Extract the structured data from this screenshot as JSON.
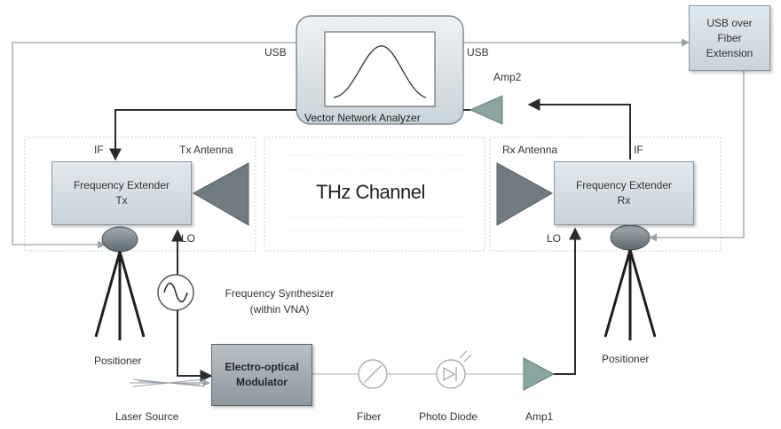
{
  "vna": {
    "label": "Vector Network Analyzer"
  },
  "usb_left": "USB",
  "usb_right": "USB",
  "usb_fiber_box": {
    "line1": "USB over",
    "line2": "Fiber",
    "line3": "Extension"
  },
  "amp2": "Amp2",
  "tx": {
    "if_label": "IF",
    "antenna_label": "Tx Antenna",
    "extender_line1": "Frequency Extender",
    "extender_line2": "Tx",
    "lo_label": "LO",
    "positioner": "Positioner"
  },
  "rx": {
    "if_label": "IF",
    "antenna_label": "Rx Antenna",
    "extender_line1": "Frequency Extender",
    "extender_line2": "Rx",
    "lo_label": "LO",
    "positioner": "Positioner"
  },
  "channel_label": "THz Channel",
  "synth": {
    "line1": "Frequency Synthesizer",
    "line2": "(within VNA)"
  },
  "eom": {
    "line1": "Electro-optical",
    "line2": "Modulator"
  },
  "laser_source": "Laser Source",
  "fiber": "Fiber",
  "photo_diode": "Photo Diode",
  "amp1": "Amp1",
  "colors": {
    "line": "#2b2b2b",
    "grey_line": "#9aa2a8",
    "triangle": "#6f7b80",
    "amp": "#8aa6a0",
    "box_fill": "#d3dde4",
    "eom_fill": "#a7b0b6"
  }
}
